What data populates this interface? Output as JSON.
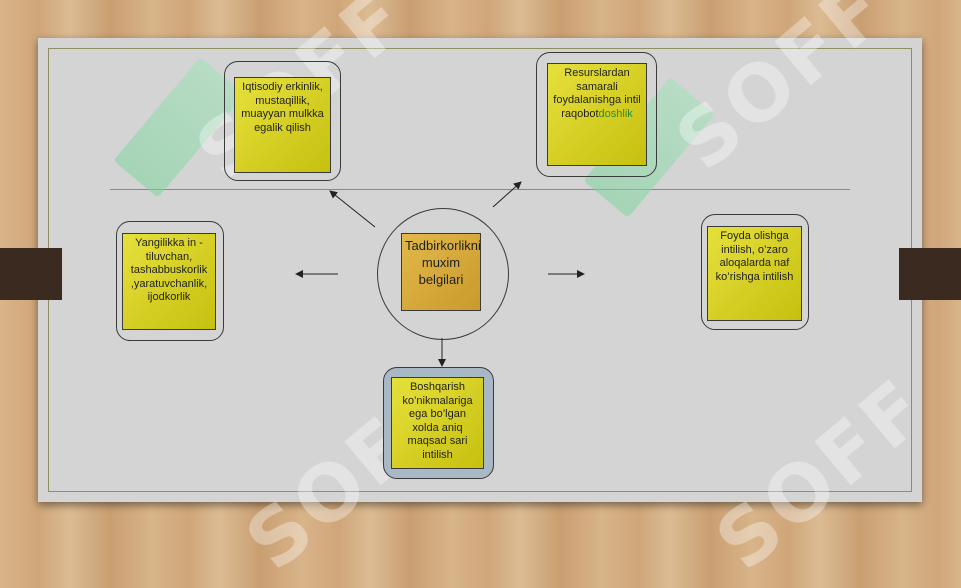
{
  "center": {
    "label": "Tadbirkorlikni muxim belgilari"
  },
  "nodes": {
    "top_left": "Iqtisodiy erkinlik, mustaqillik, muayyan mulkka egalik qilish",
    "top_right_part1": "Resurslardan samarali foydalanishga intil raqobot",
    "top_right_part2": "doshlik",
    "left": "Yangilikka in - tiluvchan, tashabbuskorlik ,yaratuvchanlik, ijodkorlik",
    "right": "Foyda olishga intilish, o’zaro aloqalarda naf ko’rishga intilish",
    "bottom": "Boshqarish ko’nikmalariga ega bo’lgan xolda aniq maqsad sari intilish"
  },
  "watermark": {
    "text": "SOFF"
  },
  "colors": {
    "box_fill": "#d8d220",
    "center_fill": "#d4a93a",
    "board": "#d4d4d4",
    "accent_green": "#2e8b2e"
  }
}
